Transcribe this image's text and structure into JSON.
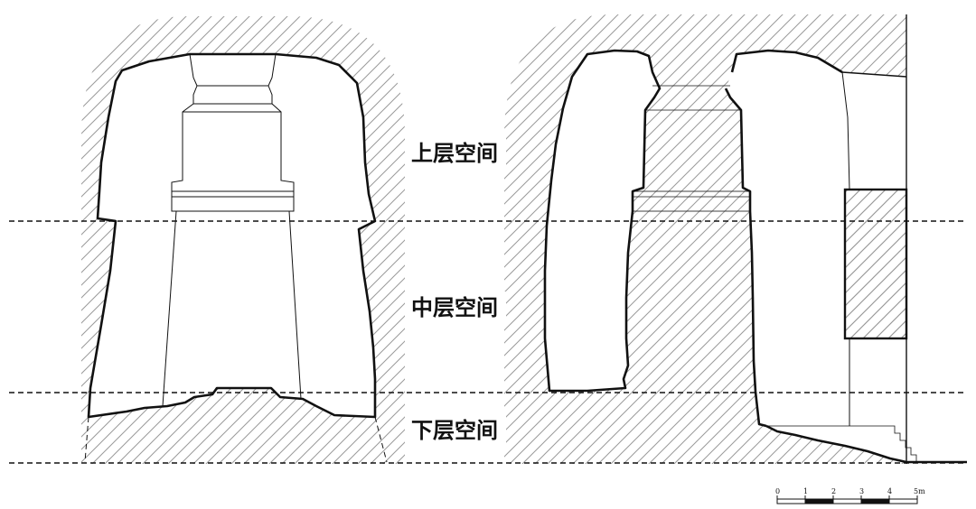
{
  "colors": {
    "ink": "#111111",
    "hatch": "#9a9a9a",
    "background": "#ffffff"
  },
  "labels": {
    "upper_space": "上层空间",
    "middle_space": "中层空间",
    "lower_space": "下层空间"
  },
  "scale_bar": {
    "ticks": [
      "0",
      "1",
      "2",
      "3",
      "4",
      "5m"
    ]
  }
}
